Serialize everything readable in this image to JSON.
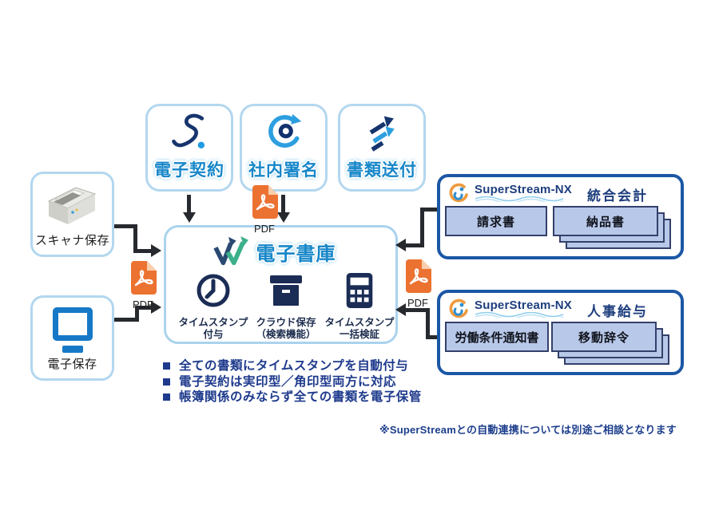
{
  "top_apps": [
    {
      "label": "電子契約"
    },
    {
      "label": "社内署名"
    },
    {
      "label": "書類送付"
    }
  ],
  "left_sources": [
    {
      "label": "スキャナ保存"
    },
    {
      "label": "電子保存"
    }
  ],
  "center_library": {
    "title": "電子書庫",
    "features": [
      {
        "line1": "タイムスタンプ",
        "line2": "付与"
      },
      {
        "line1": "クラウド保存",
        "line2": "（検索機能）"
      },
      {
        "line1": "タイムスタンプ",
        "line2": "一括検証"
      }
    ]
  },
  "pdf_label": "PDF",
  "right_systems": [
    {
      "brand": "SuperStream-NX",
      "module": "統合会計",
      "documents": [
        {
          "label": "請求書"
        },
        {
          "label": "納品書"
        }
      ]
    },
    {
      "brand": "SuperStream-NX",
      "module": "人事給与",
      "documents": [
        {
          "label": "労働条件通知書"
        },
        {
          "label": "移動辞令"
        }
      ]
    }
  ],
  "bullets": [
    "全ての書類にタイムスタンプを自動付与",
    "電子契約は実印型／角印型両方に対応",
    "帳簿関係のみならず全ての書類を電子保管"
  ],
  "footnote": "※SuperStreamとの自動連携については別途ご相談となります",
  "colors": {
    "light_box_border": "#b3d7ef",
    "system_box_border": "#1b57a5",
    "doc_card_fill": "#b8c8e8",
    "doc_card_border": "#33406b",
    "pop_text_blue": "#1787c9",
    "navy_text": "#1d3e7d",
    "icon_navy": "#1b2c55",
    "icon_light_blue": "#2d9fe0",
    "pdf_orange": "#ec7231",
    "arrow_black": "#26292e",
    "logo_green": "#3bb08a"
  }
}
